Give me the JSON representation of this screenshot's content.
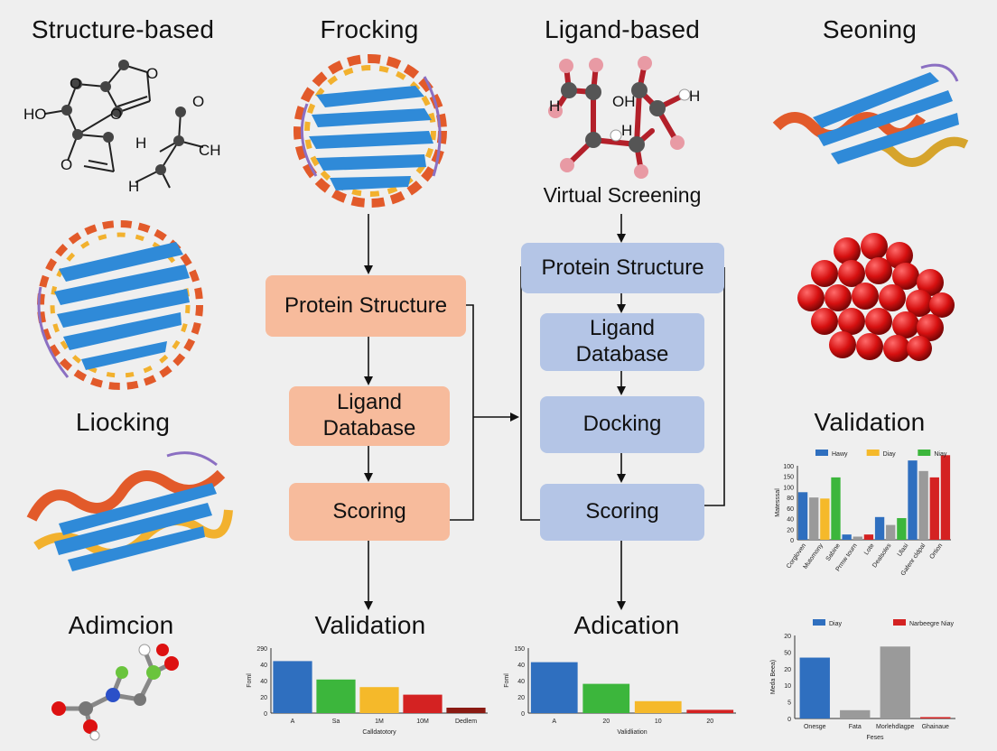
{
  "headings": {
    "structure_based": "Structure-based",
    "frocking": "Frocking",
    "ligand_based": "Ligand-based",
    "seoning": "Seoning",
    "liocking": "Liocking",
    "validation_right": "Validation",
    "adimcion": "Adimcion",
    "validation_center": "Validation",
    "adication": "Adication",
    "virtual_screening": "Virtual Screening"
  },
  "molecule_labels": {
    "top_left": [
      "O",
      "HO",
      "O",
      "O",
      "O",
      "O",
      "H",
      "CH",
      "H"
    ],
    "ligand": [
      "H",
      "OH",
      "H",
      "H"
    ]
  },
  "left_flow": {
    "protein_structure": "Protein Structure",
    "ligand_database": [
      "Ligand",
      "Database"
    ],
    "scoring": "Scoring"
  },
  "right_flow": {
    "protein_structure": "Protein Structure",
    "ligand_database": [
      "Ligand",
      "Database"
    ],
    "docking": "Docking",
    "scoring": "Scoring"
  },
  "colors": {
    "orange_box": "#f7bb9c",
    "blue_box": "#b4c5e6",
    "bar_blue": "#2f6fbf",
    "bar_green": "#3cb63c",
    "bar_yellow": "#f5b92a",
    "bar_red": "#d42222",
    "bar_darkred": "#8a1a12",
    "bar_gray": "#9a9a9a"
  },
  "chart_data": [
    {
      "id": "center-validation-chart",
      "type": "bar",
      "categories": [
        "A",
        "Sa",
        "1M",
        "10M",
        "Dedlem"
      ],
      "values": [
        48,
        31,
        24,
        17,
        5
      ],
      "colors": [
        "#2f6fbf",
        "#3cb63c",
        "#f5b92a",
        "#d42222",
        "#8a1a12"
      ],
      "yticks": [
        "0",
        "20",
        "40",
        "40",
        "290"
      ],
      "ylim": [
        0,
        60
      ],
      "ylabel": "Foml",
      "xlabel": "Calldatotory"
    },
    {
      "id": "center-adication-chart",
      "type": "bar",
      "categories": [
        "A",
        "20",
        "10",
        "20"
      ],
      "values": [
        47,
        27,
        11,
        3
      ],
      "colors": [
        "#2f6fbf",
        "#3cb63c",
        "#f5b92a",
        "#d42222"
      ],
      "yticks": [
        "0",
        "20",
        "40",
        "40",
        "150"
      ],
      "ylim": [
        0,
        60
      ],
      "ylabel": "Foml",
      "xlabel": "Validliation"
    },
    {
      "id": "right-validation-chart",
      "type": "bar",
      "legend": [
        "Hawy",
        "Diay",
        "Niay"
      ],
      "legend_colors": [
        "#2f6fbf",
        "#f5b92a",
        "#3cb63c"
      ],
      "yticks": [
        "0",
        "20",
        "40",
        "60",
        "80",
        "100",
        "150",
        "100"
      ],
      "ylim": [
        0,
        140
      ],
      "ylabel": "Matesssal",
      "categories": [
        "Corgloven",
        "Mutomony",
        "Sabine",
        "Prmw tourn",
        "Lote",
        "Dealsoles",
        "Ulasi",
        "Gafenr cldpal",
        "Ortion"
      ],
      "values": [
        90,
        80,
        78,
        118,
        10,
        6,
        10,
        43,
        28,
        41,
        150,
        130,
        118,
        160
      ],
      "colors": [
        "#2f6fbf",
        "#9a9a9a",
        "#f5b92a",
        "#3cb63c",
        "#2f6fbf",
        "#9a9a9a",
        "#d42222",
        "#2f6fbf",
        "#9a9a9a",
        "#3cb63c",
        "#2f6fbf",
        "#9a9a9a",
        "#d42222",
        "#d42222"
      ]
    },
    {
      "id": "right-bottom-chart",
      "type": "bar",
      "legend": [
        "Diay",
        "Narbeegre Niay"
      ],
      "legend_colors": [
        "#2f6fbf",
        "#d42222"
      ],
      "yticks": [
        "0",
        "5",
        "10",
        "20",
        "50",
        "20"
      ],
      "ylim": [
        0,
        30
      ],
      "ylabel": "Meda Beea)",
      "xlabel": "Feses",
      "categories": [
        "Onesge",
        "Fata",
        "Morlehdlagpe",
        "Ghainaue"
      ],
      "values": [
        22,
        3,
        26,
        0.5
      ],
      "colors": [
        "#2f6fbf",
        "#9a9a9a",
        "#9a9a9a",
        "#d42222"
      ]
    }
  ]
}
